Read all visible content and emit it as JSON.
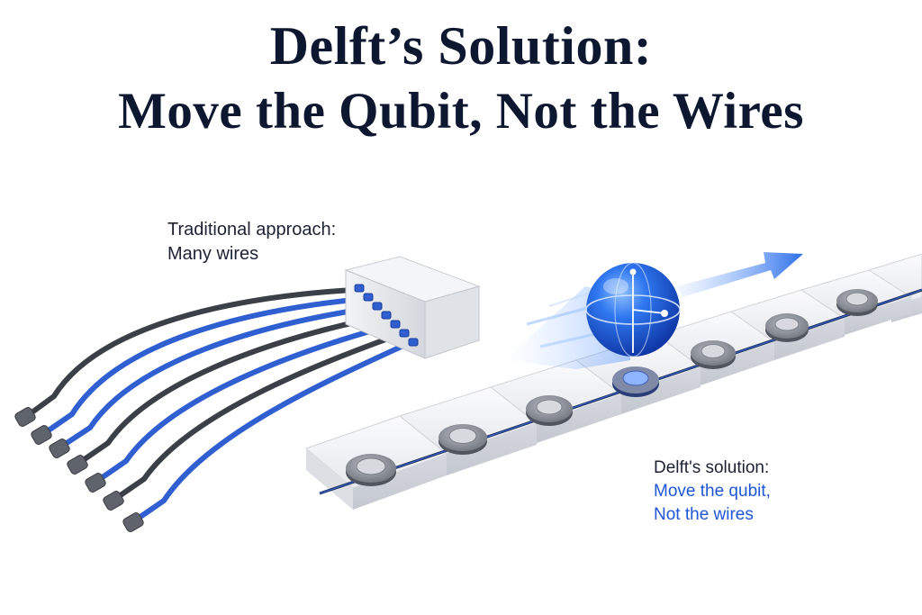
{
  "title": {
    "line1": "Delft’s Solution:",
    "line2": "Move the Qubit, Not the Wires"
  },
  "traditional": {
    "line1": "Traditional approach:",
    "line2": "Many wires"
  },
  "delft": {
    "line1": "Delft's solution:",
    "line2": "Move the qubit,",
    "line3": "Not the wires"
  },
  "colors": {
    "title": "#0d1730",
    "text": "#1c2233",
    "accent_blue": "#1e56d6",
    "wire_blue": "#2f5fd0",
    "wire_gray": "#3b3f47",
    "tile": "#eceef2",
    "qubit": "#1f63e6"
  },
  "icons": [
    "qubit-sphere-icon",
    "motion-arrow-icon",
    "connector-block-icon"
  ]
}
